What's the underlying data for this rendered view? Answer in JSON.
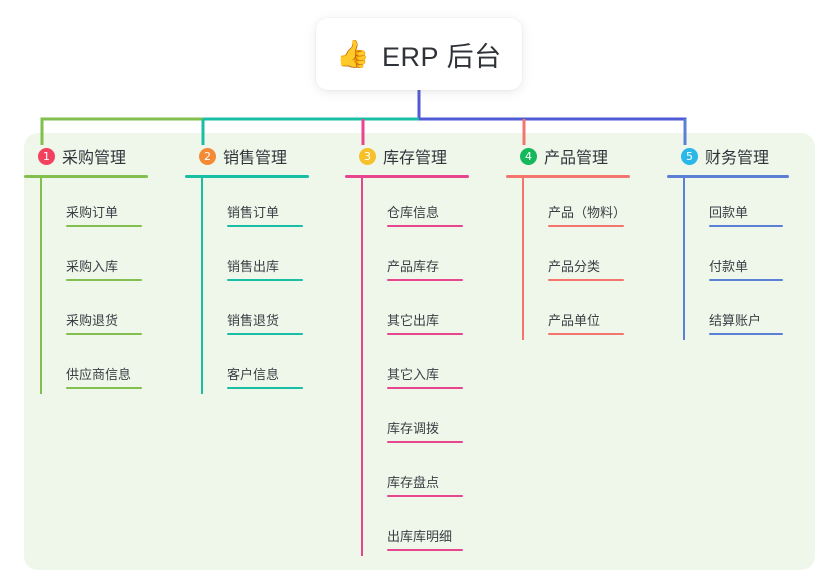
{
  "root": {
    "icon": "thumbs-up-icon",
    "emoji": "👍",
    "title": "ERP 后台"
  },
  "panel": {
    "background": "#eff7ea"
  },
  "connector": {
    "trunk_color": "#4f5bd5",
    "bus_segments": [
      "#82bf4f",
      "#18bfa4",
      "#4f5bd5",
      "#4f5bd5"
    ]
  },
  "columns": [
    {
      "index": "1",
      "badge_color": "#f2415f",
      "line_color": "#82bf4f",
      "title": "采购管理",
      "items": [
        {
          "label": "采购订单"
        },
        {
          "label": "采购入库"
        },
        {
          "label": "采购退货"
        },
        {
          "label": "供应商信息"
        }
      ]
    },
    {
      "index": "2",
      "badge_color": "#f58a35",
      "line_color": "#18bfa4",
      "title": "销售管理",
      "items": [
        {
          "label": "销售订单"
        },
        {
          "label": "销售出库"
        },
        {
          "label": "销售退货"
        },
        {
          "label": "客户信息"
        }
      ]
    },
    {
      "index": "3",
      "badge_color": "#f6c12a",
      "line_color": "#e8458f",
      "title": "库存管理",
      "items": [
        {
          "label": "仓库信息"
        },
        {
          "label": "产品库存"
        },
        {
          "label": "其它出库"
        },
        {
          "label": "其它入库"
        },
        {
          "label": "库存调拨"
        },
        {
          "label": "库存盘点"
        },
        {
          "label": "出库库明细"
        }
      ]
    },
    {
      "index": "4",
      "badge_color": "#16b85c",
      "line_color": "#f4756e",
      "title": "产品管理",
      "items": [
        {
          "label": "产品（物料）"
        },
        {
          "label": "产品分类"
        },
        {
          "label": "产品单位"
        }
      ]
    },
    {
      "index": "5",
      "badge_color": "#29b8e8",
      "line_color": "#5b7fd4",
      "title": "财务管理",
      "items": [
        {
          "label": "回款单"
        },
        {
          "label": "付款单"
        },
        {
          "label": "结算账户"
        }
      ]
    }
  ]
}
